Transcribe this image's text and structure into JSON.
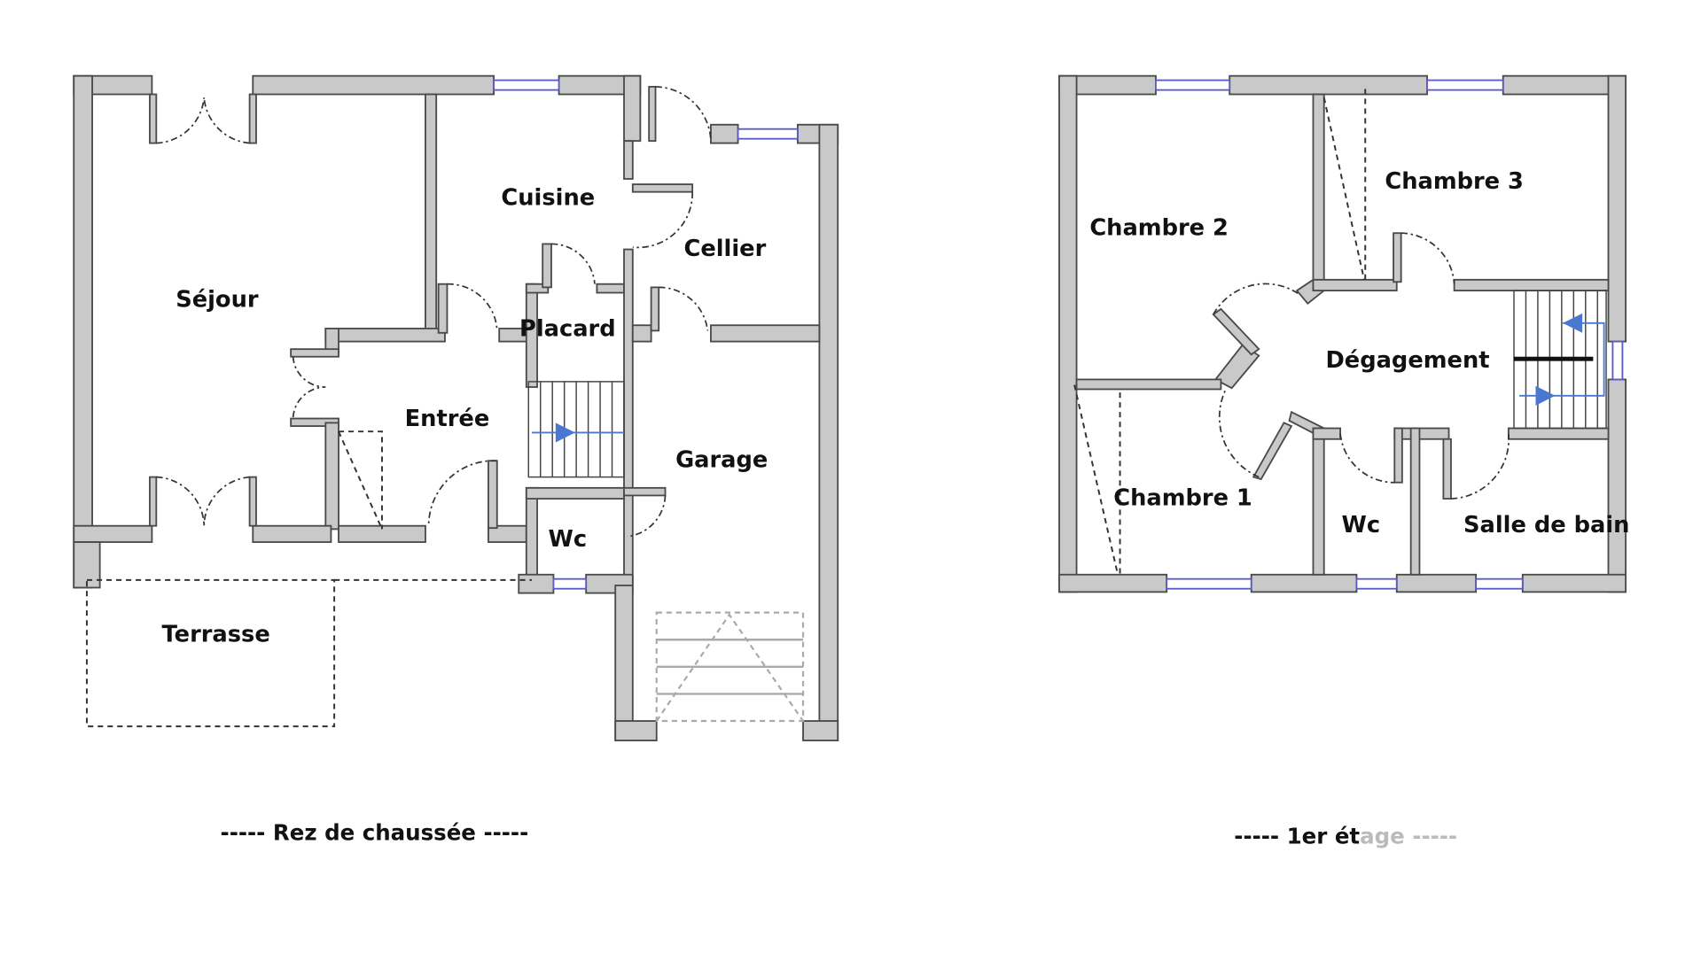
{
  "ground_floor": {
    "caption_dashes_left": "-----",
    "caption": "Rez de chaussée",
    "caption_dashes_right": "-----",
    "rooms": {
      "sejour": "Séjour",
      "cuisine": "Cuisine",
      "cellier": "Cellier",
      "placard": "Placard",
      "entree": "Entrée",
      "garage": "Garage",
      "wc": "Wc",
      "terrasse": "Terrasse"
    }
  },
  "first_floor": {
    "caption_dashes_left": "-----",
    "caption_main": "1er ét",
    "caption_faded": "age",
    "caption_dashes_right": "-----",
    "rooms": {
      "chambre3": "Chambre 3",
      "chambre2": "Chambre 2",
      "degagement": "Dégagement",
      "chambre1": "Chambre 1",
      "wc": "Wc",
      "salle_de_bain": "Salle de bain"
    }
  },
  "colors": {
    "wall": "#c9c9c9",
    "window": "#5a5ac8",
    "stair_arrow": "#4a78d0"
  }
}
